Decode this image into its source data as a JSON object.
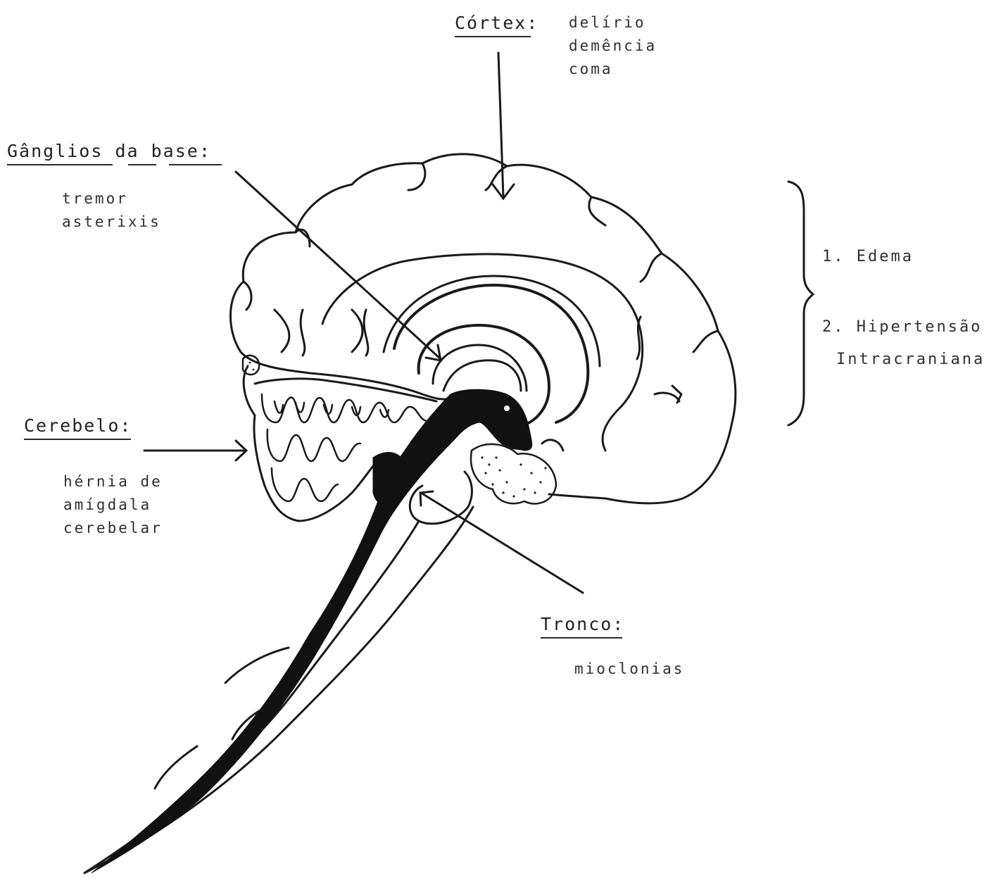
{
  "cortex": {
    "title": "Córtex:",
    "signs": [
      "delírio",
      "demência",
      "coma"
    ]
  },
  "ganglios": {
    "title": "Gânglios da base:",
    "signs": [
      "tremor",
      "asterixis"
    ]
  },
  "cerebelo": {
    "title": "Cerebelo:",
    "signs": [
      "hérnia de",
      "amígdala",
      "cerebelar"
    ]
  },
  "tronco": {
    "title": "Tronco:",
    "signs": [
      "mioclonias"
    ]
  },
  "mechanisms": {
    "item1": "1. Edema",
    "item2_line1": "2. Hipertensão",
    "item2_line2": "Intracraniana"
  }
}
